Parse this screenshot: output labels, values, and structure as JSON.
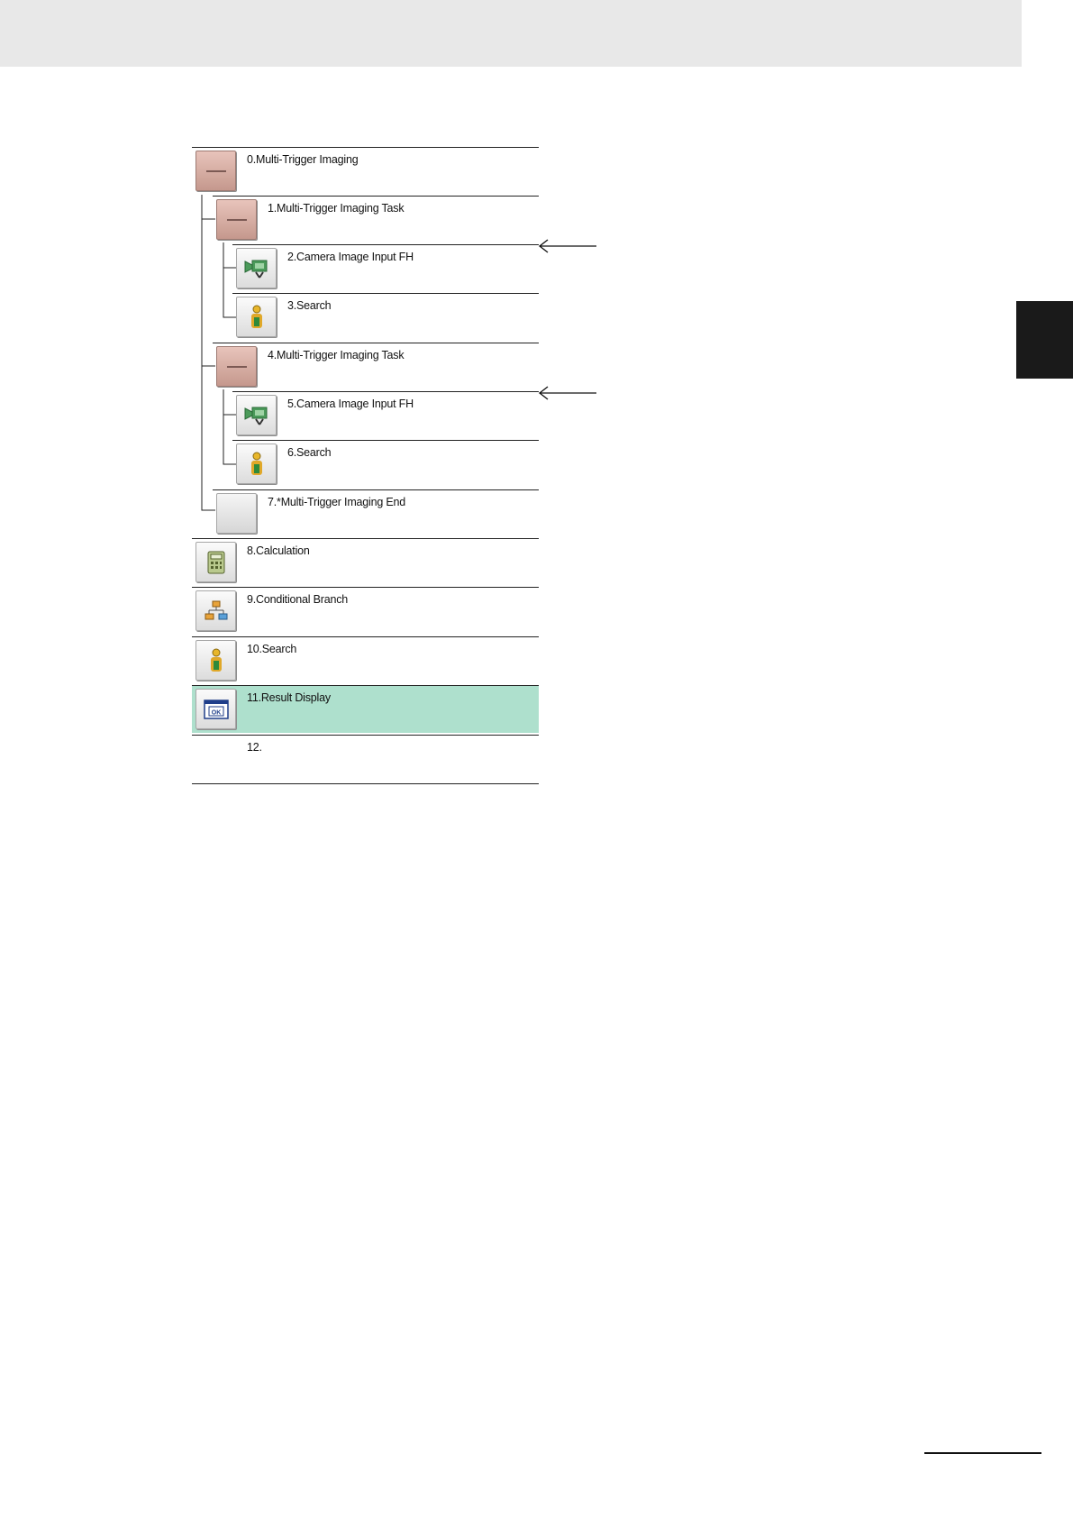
{
  "flow": {
    "items": [
      {
        "label": "0.Multi-Trigger Imaging",
        "icon": "multi-trigger-group-icon",
        "depth": 0
      },
      {
        "label": "1.Multi-Trigger Imaging Task",
        "icon": "multi-trigger-task-icon",
        "depth": 1
      },
      {
        "label": "2.Camera Image Input FH",
        "icon": "camera-icon",
        "depth": 2
      },
      {
        "label": "3.Search",
        "icon": "search-figure-icon",
        "depth": 2
      },
      {
        "label": "4.Multi-Trigger Imaging Task",
        "icon": "multi-trigger-task-icon",
        "depth": 1
      },
      {
        "label": "5.Camera Image Input FH",
        "icon": "camera-icon",
        "depth": 2
      },
      {
        "label": "6.Search",
        "icon": "search-figure-icon",
        "depth": 2
      },
      {
        "label": "7.*Multi-Trigger Imaging End",
        "icon": "blank-icon",
        "depth": 1
      },
      {
        "label": "8.Calculation",
        "icon": "calculator-icon",
        "depth": 0
      },
      {
        "label": "9.Conditional Branch",
        "icon": "branch-icon",
        "depth": 0
      },
      {
        "label": "10.Search",
        "icon": "search-figure-icon",
        "depth": 0
      },
      {
        "label": "11.Result Display",
        "icon": "ok-display-icon",
        "depth": 0,
        "selected": true
      },
      {
        "label": "12.",
        "icon": "",
        "depth": 0
      }
    ],
    "ok_icon_text": "OK",
    "selected_color": "#aee0cd",
    "group_icon_color": "#c9a097"
  }
}
